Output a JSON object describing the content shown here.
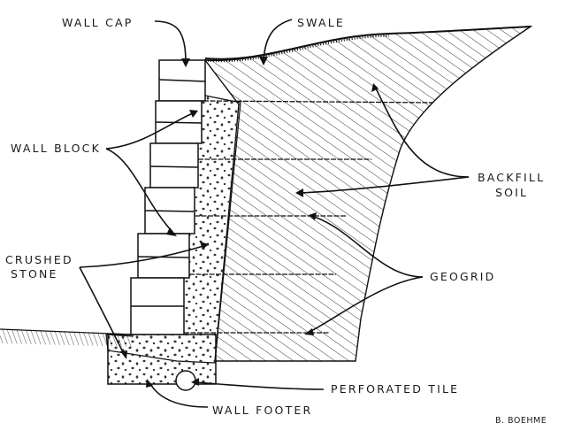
{
  "labels": {
    "wall_cap": "WALL CAP",
    "swale": "SWALE",
    "wall_block": "WALL BLOCK",
    "backfill_line1": "BACKFILL",
    "backfill_line2": "SOIL",
    "crushed_line1": "CRUSHED",
    "crushed_line2": "STONE",
    "geogrid": "GEOGRID",
    "perforated_tile": "PERFORATED TILE",
    "wall_footer": "WALL FOOTER",
    "signature": "B. BOEHME"
  },
  "colors": {
    "ink": "#1a1a1a",
    "paper": "#ffffff"
  },
  "geogrid_layer_count": 5
}
